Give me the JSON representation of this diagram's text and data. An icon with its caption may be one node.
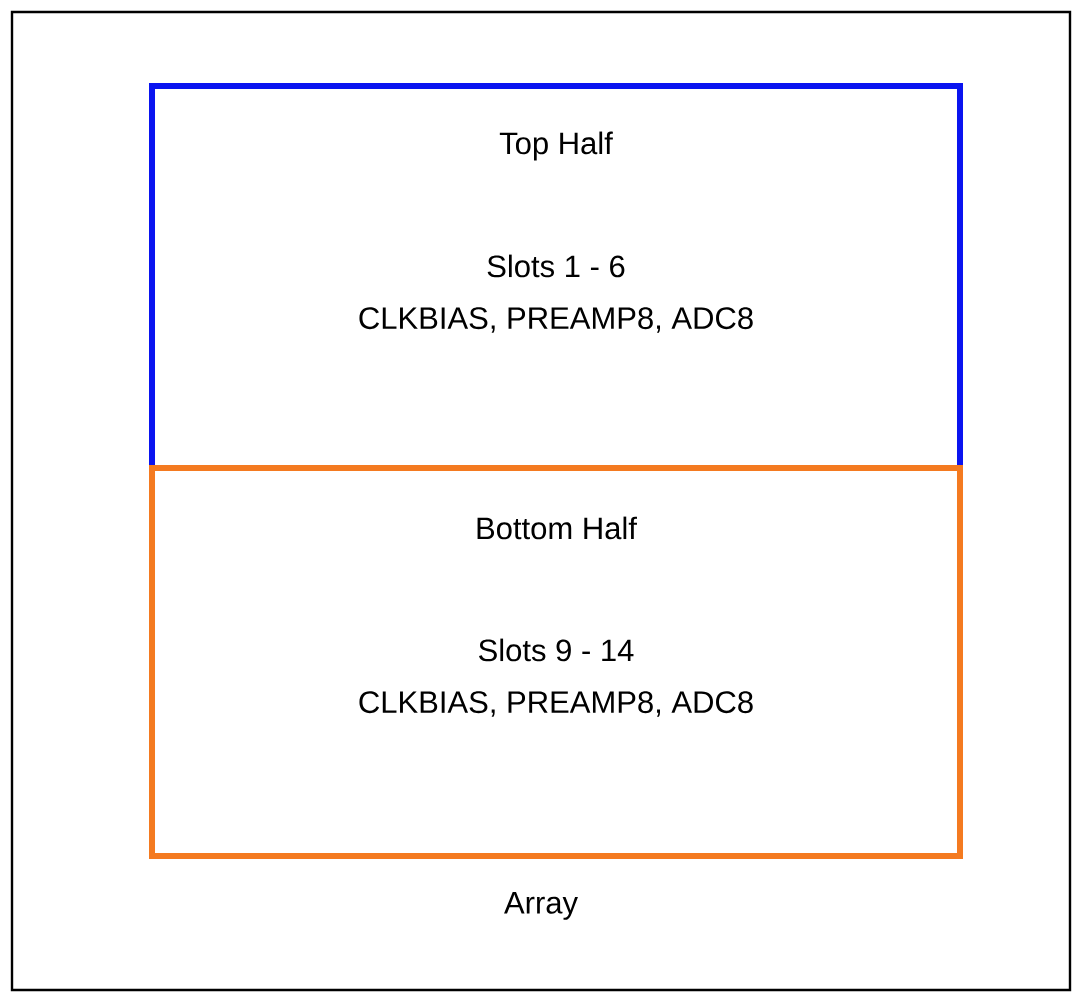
{
  "diagram": {
    "nodes": [
      {
        "text": [
          "Array"
        ]
      },
      {
        "text": [
          "Top Half",
          "Slots 1 - 6",
          "CLKBIAS, PREAMP8, ADC8"
        ],
        "in": 0
      },
      {
        "text": [
          "Bottom Half",
          "Slots 9 - 14",
          "CLKBIAS, PREAMP8, ADC8"
        ],
        "in": 0
      }
    ]
  }
}
